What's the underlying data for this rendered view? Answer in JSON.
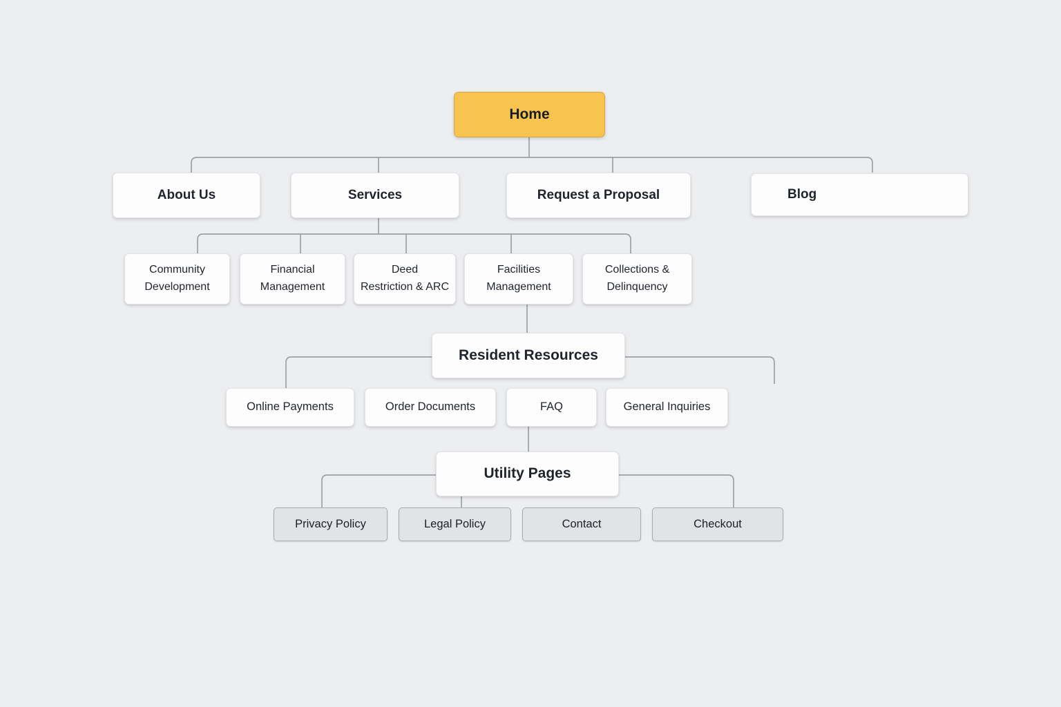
{
  "app": {
    "background_color": "#edeef0",
    "connector_color": "#9ba0a8"
  },
  "colors": {
    "root_fill": "#f6c44f",
    "root_border": "#dfa33d",
    "page_fill": "#fdfdfe",
    "page_border": "#e3e4e7",
    "utility_fill": "#e1e3e7",
    "utility_border": "#a6aab1",
    "text": "#1f242b"
  },
  "sitemap": {
    "home": {
      "label": "Home"
    },
    "main_pages": [
      {
        "label": "About Us"
      },
      {
        "label": "Services"
      },
      {
        "label": "Request a Proposal"
      },
      {
        "label": "Blog"
      }
    ],
    "services_children": [
      {
        "label": "Community\nDevelopment"
      },
      {
        "label": "Financial\nManagement"
      },
      {
        "label": "Deed\nRestriction & ARC"
      },
      {
        "label": "Facilities\nManagement"
      },
      {
        "label": "Collections &\nDelinquency"
      }
    ],
    "resident_resources": {
      "label": "Resident Resources"
    },
    "resident_children": [
      {
        "label": "Online Payments"
      },
      {
        "label": "Order Documents"
      },
      {
        "label": "FAQ"
      },
      {
        "label": "General Inquiries"
      }
    ],
    "utility_pages": {
      "label": "Utility Pages"
    },
    "utility_children": [
      {
        "label": "Privacy Policy"
      },
      {
        "label": "Legal Policy"
      },
      {
        "label": "Contact"
      },
      {
        "label": "Checkout"
      }
    ]
  }
}
